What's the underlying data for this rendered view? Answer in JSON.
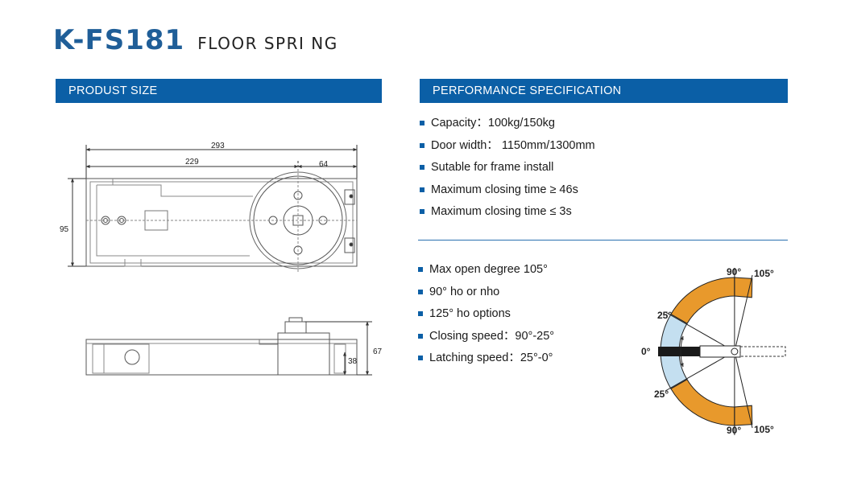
{
  "header": {
    "model": "K-FS181",
    "subtitle": "FLOOR SPRI NG"
  },
  "left_section": {
    "title": "PRODUST SIZE"
  },
  "right_section": {
    "title": "PERFORMANCE SPECIFICATION"
  },
  "drawing": {
    "dims": {
      "overall_length": "293",
      "length_to_center": "229",
      "center_to_end": "64",
      "width": "95",
      "height": "67",
      "body_height": "38"
    }
  },
  "specs_top": [
    "Capacity：100kg/150kg",
    "Door width： 1150mm/1300mm",
    "Sutable for frame install",
    "Maximum closing time ≥ 46s",
    "Maximum closing time ≤ 3s"
  ],
  "specs_bottom": [
    "Max open degree 105°",
    "90° ho or nho",
    "125° ho options",
    "Closing speed：90°-25°",
    "Latching speed：25°-0°"
  ],
  "angle_diagram": {
    "labels": {
      "top_90": "90°",
      "top_105": "105°",
      "upper_25": "25°",
      "zero": "0°",
      "lower_25": "25°",
      "bottom_90": "90°",
      "bottom_105": "105°"
    },
    "colors": {
      "closing_zone": "#e8992c",
      "latching_zone": "#c4dff0",
      "door_arm": "#1a1a1a"
    }
  }
}
